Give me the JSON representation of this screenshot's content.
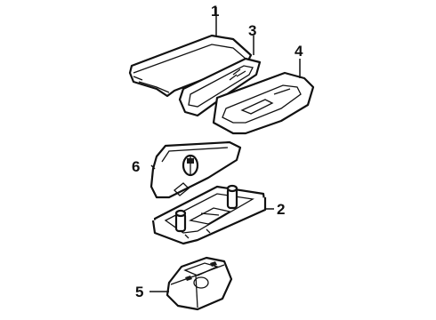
{
  "diagram": {
    "callouts": [
      {
        "id": "1",
        "label": "1"
      },
      {
        "id": "2",
        "label": "2"
      },
      {
        "id": "3",
        "label": "3"
      },
      {
        "id": "4",
        "label": "4"
      },
      {
        "id": "5",
        "label": "5"
      },
      {
        "id": "6",
        "label": "6"
      }
    ],
    "colors": {
      "line": "#111111",
      "background": "#ffffff"
    }
  }
}
